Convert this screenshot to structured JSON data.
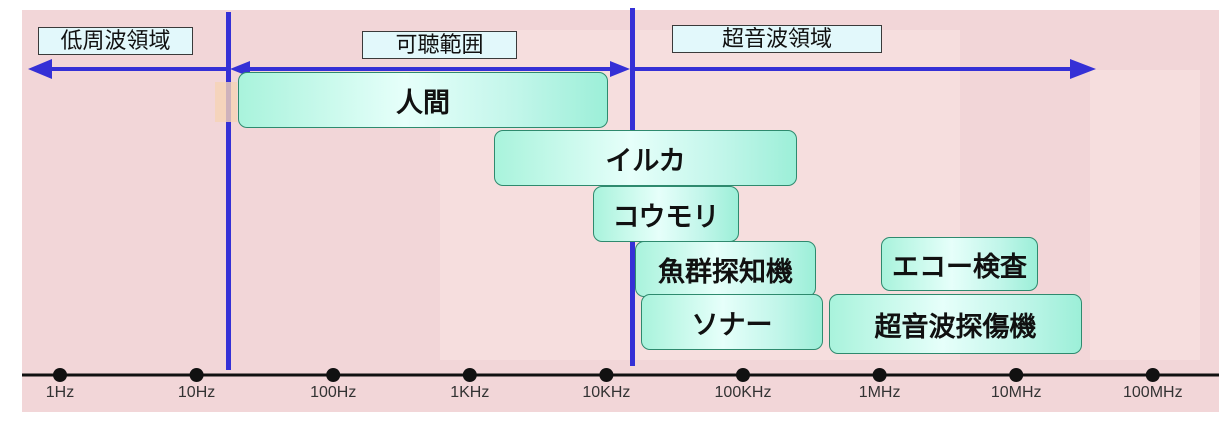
{
  "regions": {
    "low": "低周波領域",
    "audible": "可聴範囲",
    "ultrasonic": "超音波領域"
  },
  "bands": {
    "human": "人間",
    "dolphin": "イルカ",
    "bat": "コウモリ",
    "fish_finder": "魚群探知機",
    "echo_exam": "エコー検査",
    "sonar": "ソナー",
    "ultrasonic_flaw_detector": "超音波探傷機"
  },
  "axis": {
    "ticks": [
      "1Hz",
      "10Hz",
      "100Hz",
      "1KHz",
      "10KHz",
      "100KHz",
      "1MHz",
      "10MHz",
      "100MHz"
    ]
  },
  "colors": {
    "background": "#f2d6d8",
    "boundary_line": "#3530d6",
    "band_fill": "#b5f5e3",
    "band_border": "#2e8a6e",
    "axis": "#111111"
  }
}
